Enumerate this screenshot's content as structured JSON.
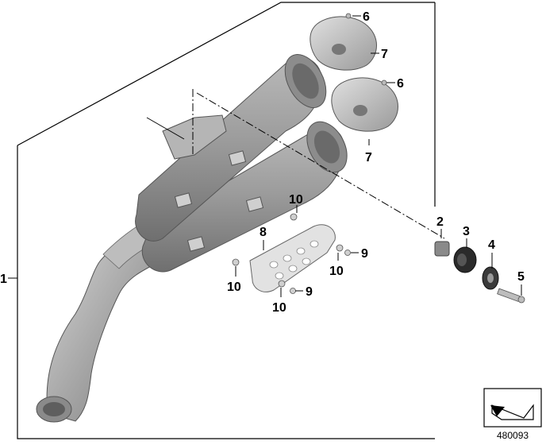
{
  "diagram": {
    "id": "480093",
    "callouts": {
      "c1": "1",
      "c2": "2",
      "c3": "3",
      "c4": "4",
      "c5": "5",
      "c6a": "6",
      "c6b": "6",
      "c7a": "7",
      "c7b": "7",
      "c8": "8",
      "c9a": "9",
      "c9b": "9",
      "c10a": "10",
      "c10b": "10",
      "c10c": "10",
      "c10d": "10"
    },
    "colors": {
      "line": "#000000",
      "metal_light": "#c8c8c8",
      "metal_mid": "#9a9a9a",
      "metal_dark": "#6e6e6e",
      "rubber": "#2b2b2b",
      "background": "#ffffff"
    },
    "icons": {
      "corner": "view-direction-arrow-icon"
    }
  }
}
